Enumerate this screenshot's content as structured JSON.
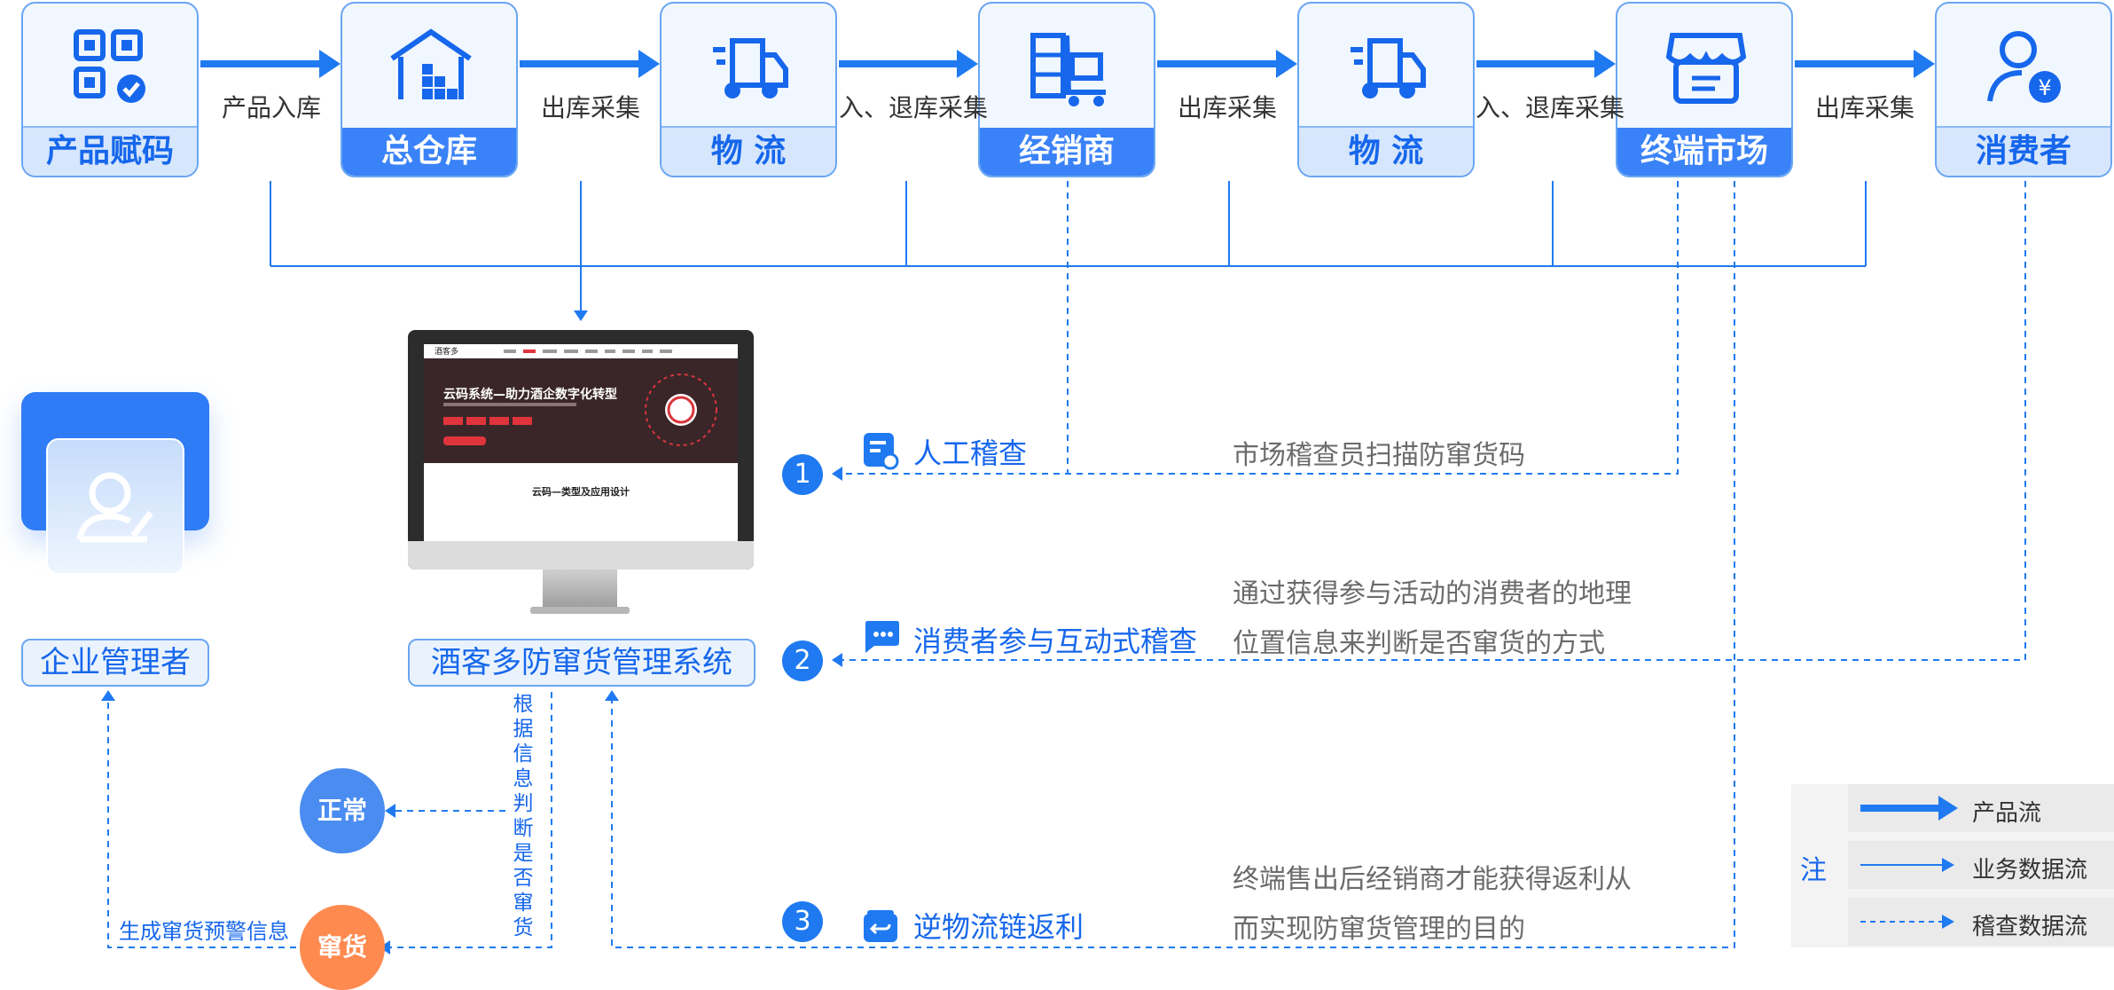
{
  "flow_nodes": [
    {
      "label": "产品赋码",
      "icon": "qr-code-icon",
      "style": "light"
    },
    {
      "label": "总仓库",
      "icon": "warehouse-icon",
      "style": "dark"
    },
    {
      "label": "物  流",
      "icon": "truck-icon",
      "style": "light"
    },
    {
      "label": "经销商",
      "icon": "dealer-cart-icon",
      "style": "dark"
    },
    {
      "label": "物  流",
      "icon": "truck-icon",
      "style": "light"
    },
    {
      "label": "终端市场",
      "icon": "store-icon",
      "style": "dark"
    },
    {
      "label": "消费者",
      "icon": "consumer-icon",
      "style": "light"
    }
  ],
  "flow_labels": [
    "产品入库",
    "出库采集",
    "入、退库采集",
    "出库采集",
    "入、退库采集",
    "出库采集"
  ],
  "system": {
    "name": "酒客多防窜货管理系统",
    "screen_brand": "酒客多",
    "screen_hero_title": "云码系统—助力酒企数字化转型",
    "screen_section_title": "云码—类型及应用设计"
  },
  "manager": {
    "label": "企业管理者",
    "icon": "manager-icon"
  },
  "checks": [
    {
      "num": "1",
      "title": "人工稽查",
      "icon": "doc-search-icon",
      "desc": [
        "市场稽查员扫描防窜货码"
      ]
    },
    {
      "num": "2",
      "title": "消费者参与互动式稽查",
      "icon": "chat-icon",
      "desc": [
        "通过获得参与活动的消费者的地理",
        "位置信息来判断是否窜货的方式"
      ]
    },
    {
      "num": "3",
      "title": "逆物流链返利",
      "icon": "return-icon",
      "desc": [
        "终端售出后经销商才能获得返利从",
        "而实现防窜货管理的目的"
      ]
    }
  ],
  "judge_text": "根据信息判断是否窜货",
  "results": {
    "normal": "正常",
    "fleeing": "窜货"
  },
  "warning_text": "生成窜货预警信息",
  "legend": {
    "note": "注",
    "items": [
      "产品流",
      "业务数据流",
      "稽查数据流"
    ]
  },
  "colors": {
    "primary": "#1f7af1",
    "normal": "#4a8cf0",
    "fleeing": "#ff8a50"
  }
}
